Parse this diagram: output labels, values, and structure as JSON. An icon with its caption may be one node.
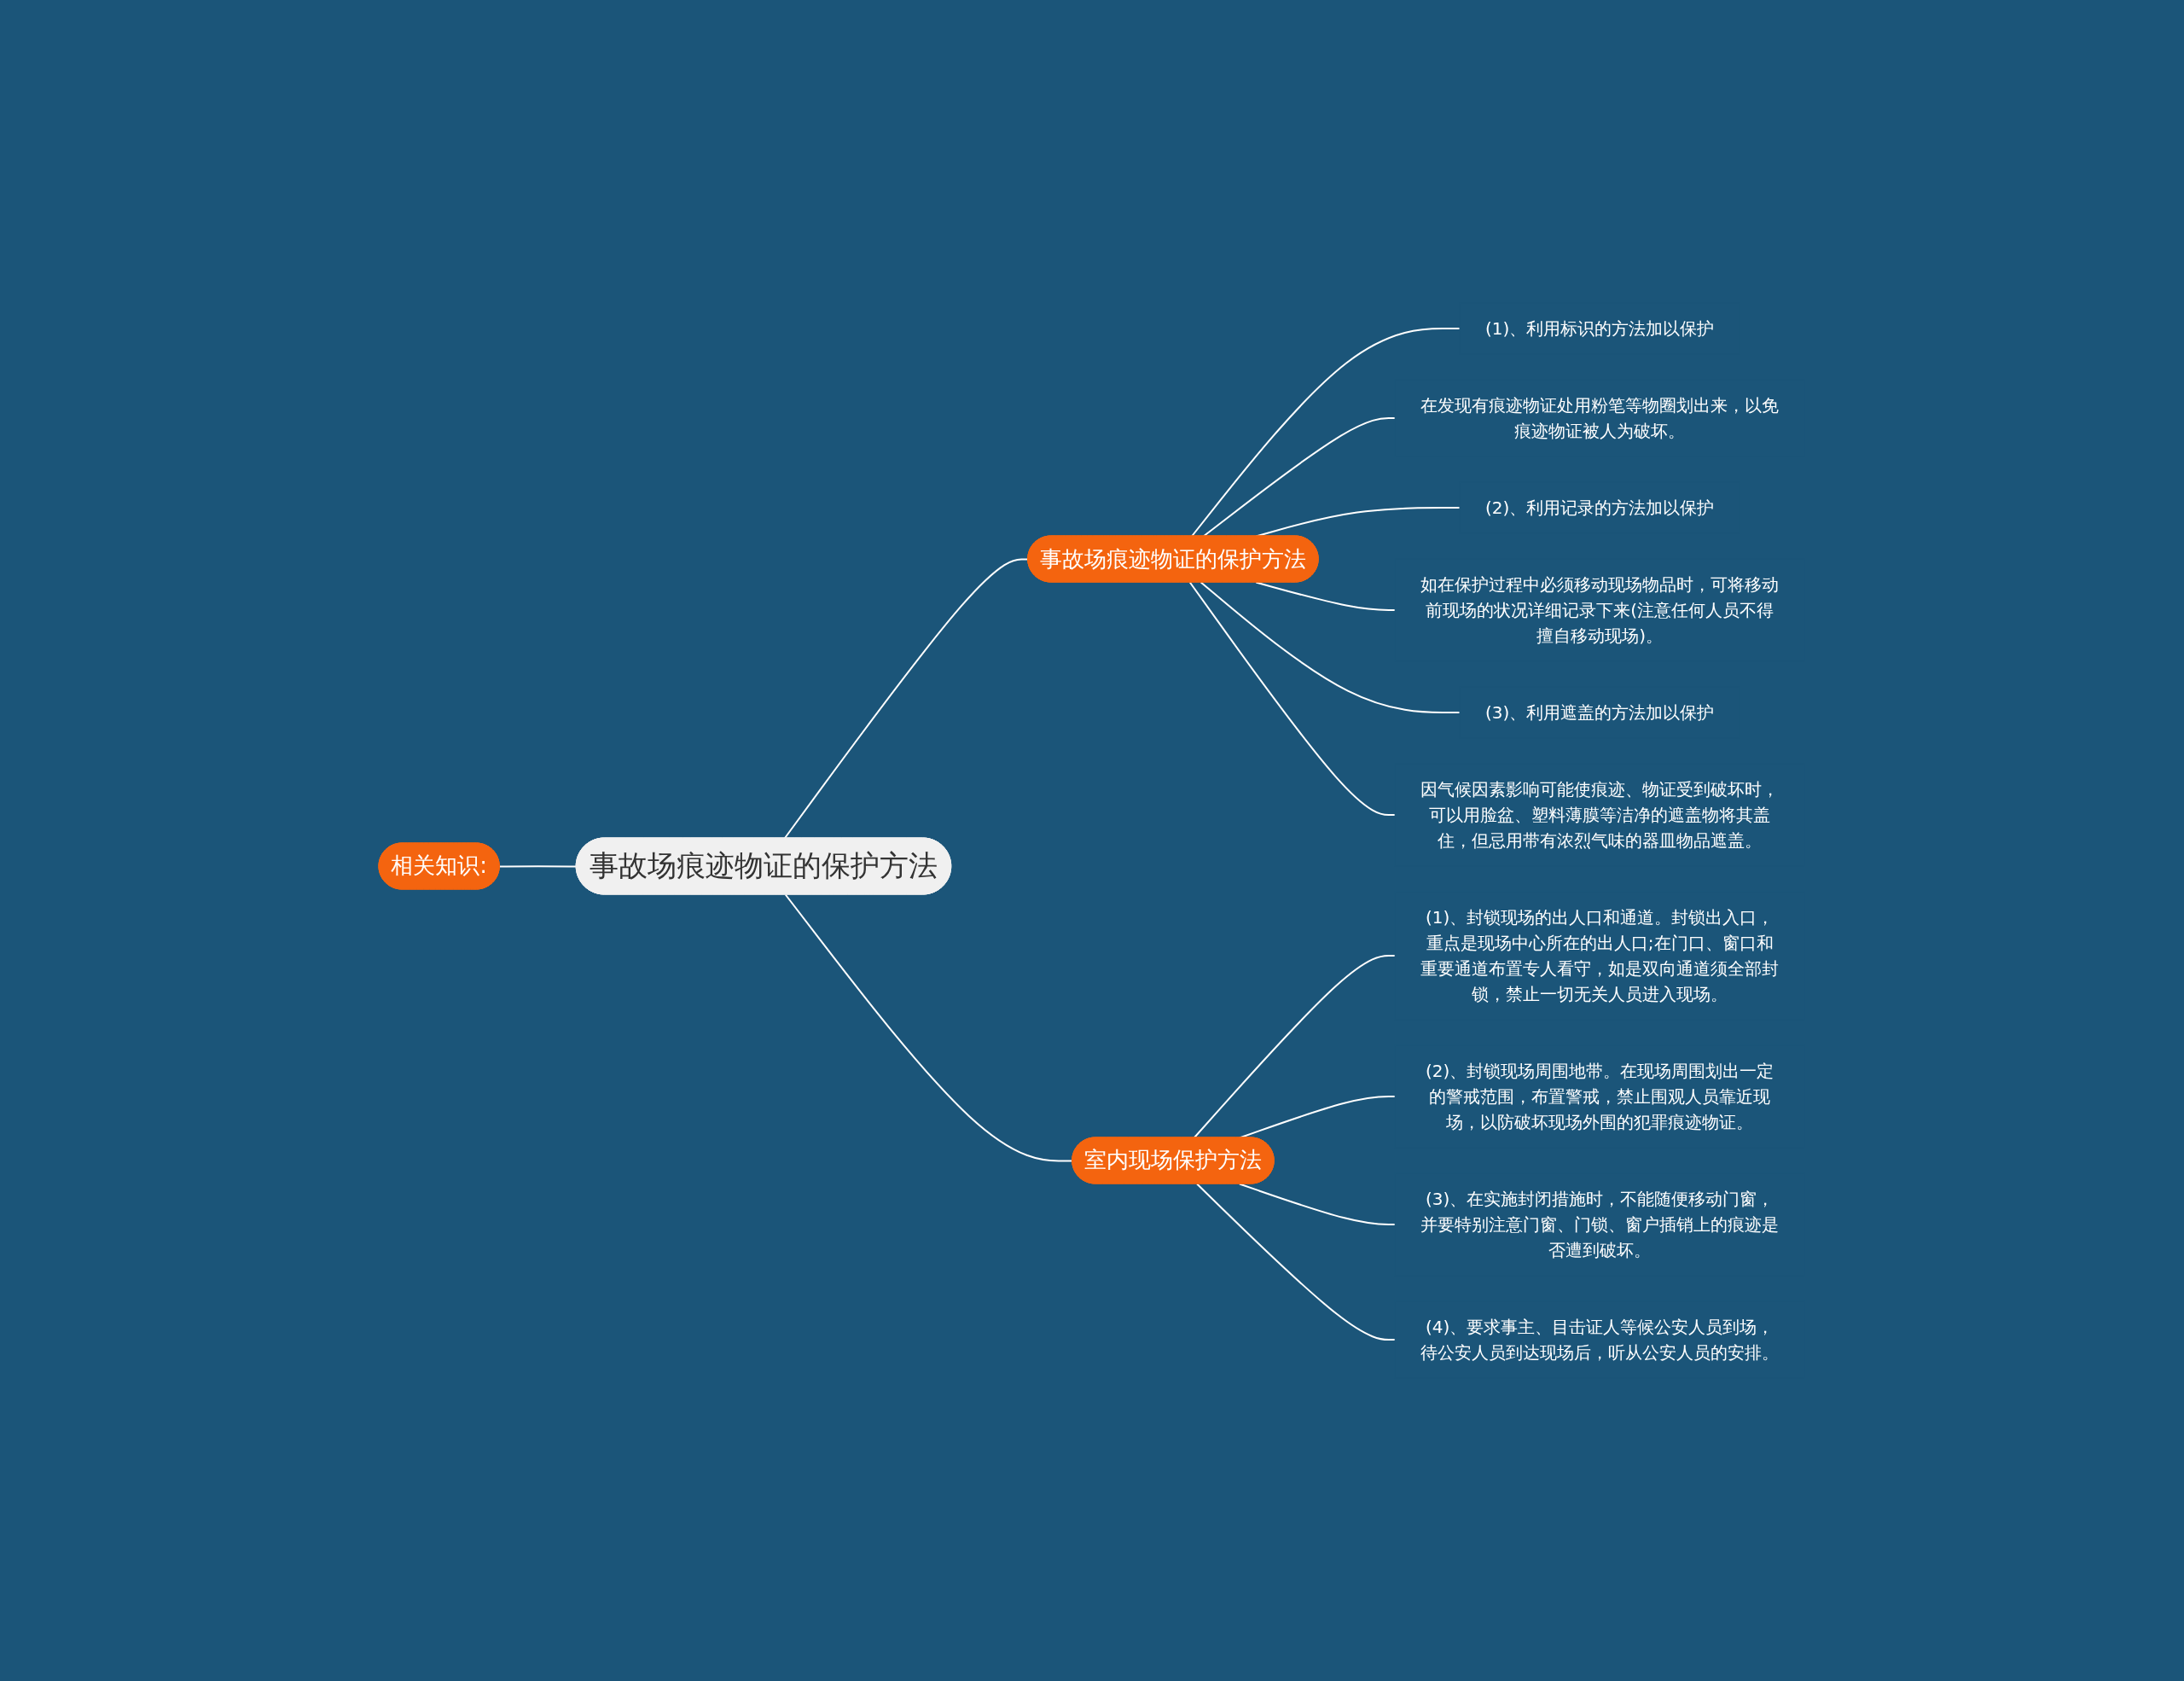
{
  "diagram": {
    "nodes": [
      {
        "text": [
          "相关知识:"
        ]
      },
      {
        "text": [
          "事故场痕迹物证的保护方法"
        ]
      },
      {
        "text": [
          "事故场痕迹物证的保护方法"
        ]
      },
      {
        "text": [
          "(1)、利用标识的方法加以保护"
        ]
      },
      {
        "text": [
          "在发现有痕迹物证处用粉笔等物圈划出来，以免痕迹物证被人为破坏。"
        ]
      },
      {
        "text": [
          "(2)、利用记录的方法加以保护"
        ]
      },
      {
        "text": [
          "如在保护过程中必须移动现场物品时，可将移动前现场的状况详细记录下来(注意任何人员不得擅自移动现场)。"
        ]
      },
      {
        "text": [
          "(3)、利用遮盖的方法加以保护"
        ]
      },
      {
        "text": [
          "因气候因素影响可能使痕迹、物证受到破坏时，可以用脸盆、塑料薄膜等洁净的遮盖物将其盖住，但忌用带有浓烈气味的器皿物品遮盖。"
        ]
      },
      {
        "text": [
          "室内现场保护方法"
        ]
      },
      {
        "text": [
          "(1)、封锁现场的出人口和通道。封锁出入口，重点是现场中心所在的出人口;在门口、窗口和重要通道布置专人看守，如是双向通道须全部封锁，禁止一切无关人员进入现场。"
        ]
      },
      {
        "text": [
          "(2)、封锁现场周围地带。在现场周围划出一定的警戒范围，布置警戒，禁止围观人员靠近现场，以防破坏现场外围的犯罪痕迹物证。"
        ]
      },
      {
        "text": [
          "(3)、在实施封闭措施时，不能随便移动门窗，并要特别注意门窗、门锁、窗户插销上的痕迹是否遭到破坏。"
        ]
      },
      {
        "text": [
          "(4)、要求事主、目击证人等候公安人员到场，待公安人员到达现场后，听从公安人员的安排。"
        ]
      }
    ],
    "edges": [
      {
        "from": 0,
        "to": 1,
        "arrow": "none"
      },
      {
        "from": 1,
        "to": 2,
        "arrow": "none"
      },
      {
        "from": 1,
        "to": 9,
        "arrow": "none"
      },
      {
        "from": 2,
        "to": 3,
        "arrow": "none"
      },
      {
        "from": 2,
        "to": 4,
        "arrow": "none"
      },
      {
        "from": 2,
        "to": 5,
        "arrow": "none"
      },
      {
        "from": 2,
        "to": 6,
        "arrow": "none"
      },
      {
        "from": 2,
        "to": 7,
        "arrow": "none"
      },
      {
        "from": 2,
        "to": 8,
        "arrow": "none"
      },
      {
        "from": 9,
        "to": 10,
        "arrow": "none"
      },
      {
        "from": 9,
        "to": 11,
        "arrow": "none"
      },
      {
        "from": 9,
        "to": 12,
        "arrow": "none"
      },
      {
        "from": 9,
        "to": 13,
        "arrow": "none"
      }
    ]
  }
}
